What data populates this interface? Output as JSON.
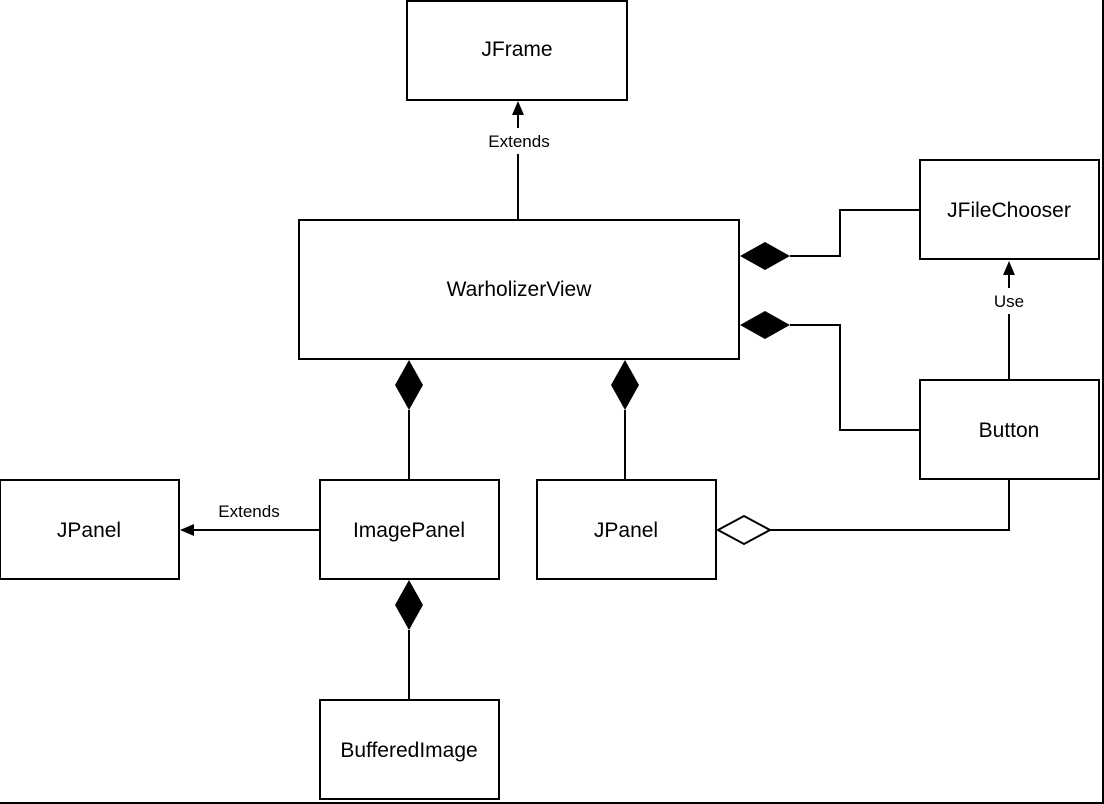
{
  "nodes": {
    "jframe": "JFrame",
    "warholizer_view": "WarholizerView",
    "jfilechooser": "JFileChooser",
    "button": "Button",
    "jpanel_left": "JPanel",
    "image_panel": "ImagePanel",
    "jpanel_center": "JPanel",
    "buffered_image": "BufferedImage"
  },
  "edges": {
    "extends_jframe": "Extends",
    "extends_jpanel": "Extends",
    "use_filechooser": "Use"
  }
}
